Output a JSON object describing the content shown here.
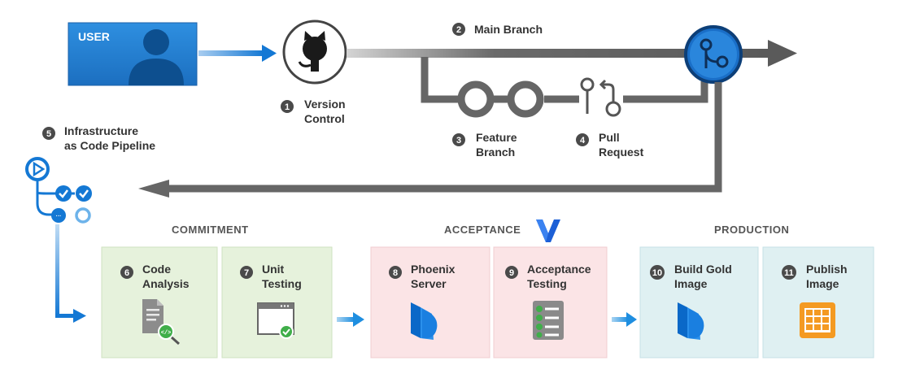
{
  "user": {
    "label": "USER"
  },
  "version_control": {
    "number": "1",
    "line1": "Version",
    "line2": "Control"
  },
  "main_branch": {
    "number": "2",
    "label": "Main Branch"
  },
  "feature_branch": {
    "number": "3",
    "line1": "Feature",
    "line2": "Branch"
  },
  "pull_request": {
    "number": "4",
    "line1": "Pull",
    "line2": "Request"
  },
  "iac_pipeline": {
    "number": "5",
    "line1": "Infrastructure",
    "line2": "as Code Pipeline"
  },
  "stages": {
    "commitment": "COMMITMENT",
    "acceptance": "ACCEPTANCE",
    "production": "PRODUCTION"
  },
  "steps": {
    "code_analysis": {
      "number": "6",
      "line1": "Code",
      "line2": "Analysis"
    },
    "unit_testing": {
      "number": "7",
      "line1": "Unit",
      "line2": "Testing"
    },
    "phoenix_server": {
      "number": "8",
      "line1": "Phoenix",
      "line2": "Server"
    },
    "acceptance_testing": {
      "number": "9",
      "line1": "Acceptance",
      "line2": "Testing"
    },
    "build_gold_image": {
      "number": "10",
      "line1": "Build Gold",
      "line2": "Image"
    },
    "publish_image": {
      "number": "11",
      "line1": "Publish",
      "line2": "Image"
    }
  },
  "colors": {
    "flow_gray": "#5f5f5f",
    "blue": "#1478d4",
    "commit_bg": "#e6f2dc",
    "accept_bg": "#fbe4e6",
    "prod_bg": "#dff0f2",
    "badge": "#4a4a4a",
    "orange": "#f49a22"
  },
  "icons": [
    "github-icon",
    "git-merge-icon",
    "pull-request-icon",
    "pipeline-icon",
    "code-file-search-icon",
    "browser-check-icon",
    "packer-icon",
    "checklist-icon",
    "grid-icon",
    "person-icon",
    "v-logo-icon"
  ]
}
